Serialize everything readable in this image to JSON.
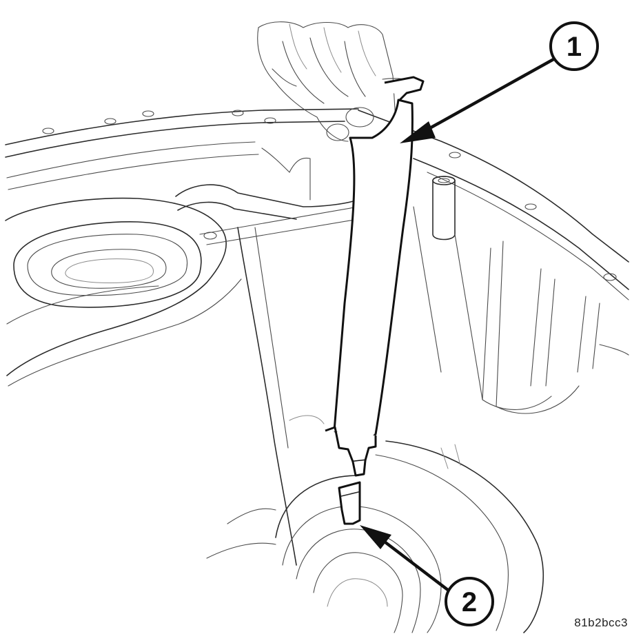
{
  "figure": {
    "callouts": [
      {
        "label": "1",
        "name": "tool"
      },
      {
        "label": "2",
        "name": "retaining-clip"
      }
    ],
    "figure_code": "81b2bcc3"
  }
}
